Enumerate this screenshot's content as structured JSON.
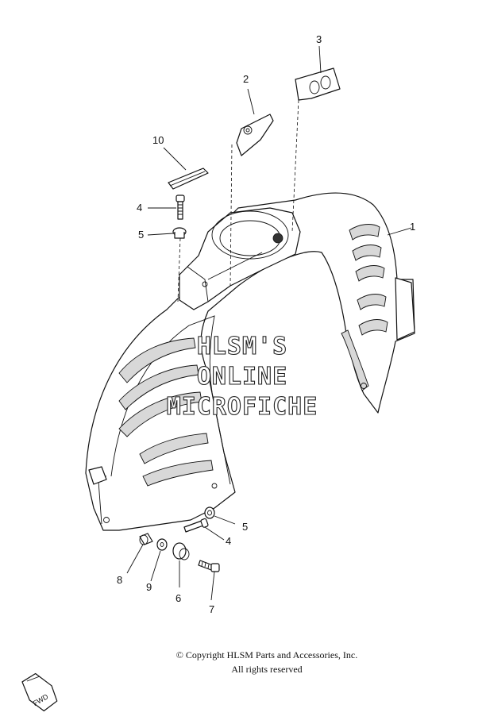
{
  "diagram": {
    "callouts": [
      "1",
      "2",
      "3",
      "4",
      "5",
      "10",
      "4",
      "5",
      "6",
      "7",
      "8",
      "9"
    ]
  },
  "watermark": {
    "line1": "HLSM'S",
    "line2": "ONLINE",
    "line3": "MICROFICHE"
  },
  "copyright": {
    "line1": "© Copyright HLSM Parts and Accessories, Inc.",
    "line2": "All rights reserved"
  },
  "fwd_badge": {
    "label": "FWD"
  }
}
